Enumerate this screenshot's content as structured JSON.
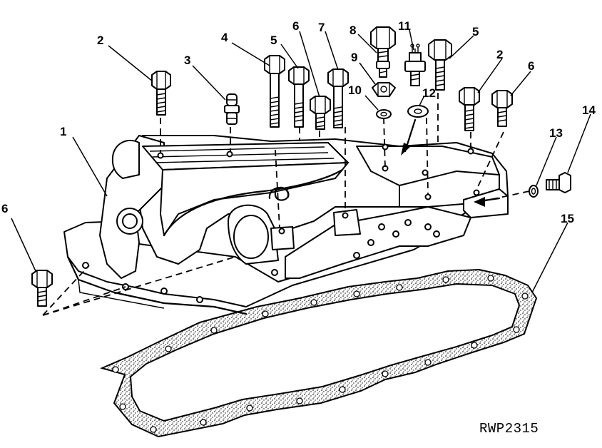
{
  "figure_code": "RWP2315",
  "callouts": {
    "c1": "1",
    "c2a": "2",
    "c2b": "2",
    "c3": "3",
    "c4": "4",
    "c5a": "5",
    "c5b": "5",
    "c6a": "6",
    "c6b": "6",
    "c6c": "6",
    "c7": "7",
    "c8": "8",
    "c9": "9",
    "c10": "10",
    "c11": "11",
    "c12": "12",
    "c13": "13",
    "c14": "14",
    "c15": "15"
  }
}
